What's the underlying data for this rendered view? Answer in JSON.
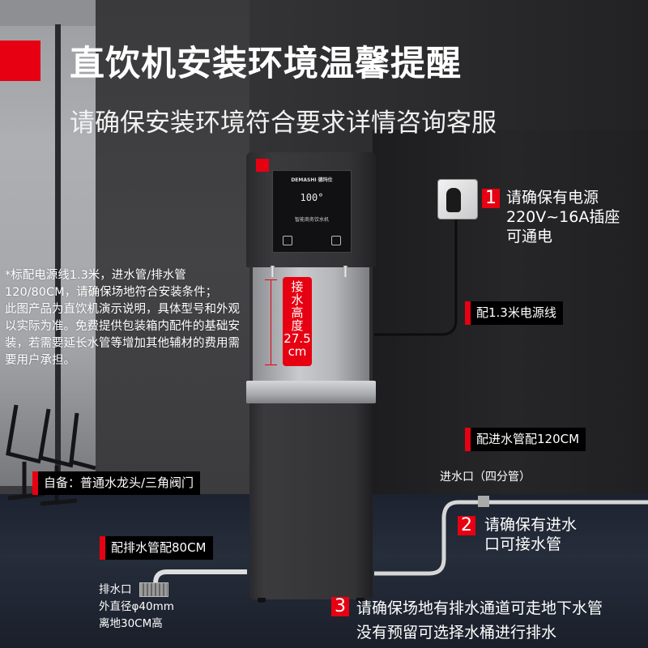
{
  "header": {
    "title": "直饮机安装环境温馨提醒",
    "subtitle": "请确保安装环境符合要求详情咨询客服"
  },
  "colors": {
    "accent": "#e60012",
    "text": "#ffffff",
    "tag_bg": "#000000"
  },
  "machine": {
    "brand": "DEMASHI 德玛仕",
    "display": "100°",
    "caption": "智能商务饮水机",
    "height_label": {
      "lines": [
        "接",
        "水",
        "高",
        "度",
        "27.5",
        "cm"
      ]
    }
  },
  "notes": {
    "lines": [
      "*标配电源线1.3米，进水管/排水管120/80CM，请确保场地符合安装条件；",
      "此图产品为直饮机演示说明，具体型号和外观以实际为准。免费提供包装箱内配件的基础安装，若需要延长水管等增加其他辅材的费用需要用户承担。"
    ]
  },
  "steps": [
    {
      "number": "1",
      "lines": [
        "请确保有电源",
        "220V~16A插座",
        "可通电"
      ]
    },
    {
      "number": "2",
      "lines": [
        "请确保有进水",
        "口可接水管"
      ]
    },
    {
      "number": "3",
      "lines": [
        "请确保场地有排水通道可走地下水管",
        "没有预留可选择水桶进行排水"
      ]
    }
  ],
  "tags": {
    "power_cord": "配1.3米电源线",
    "inlet_pipe": "配进水管配120CM",
    "self_prepare": "自备：普通水龙头/三角阀门",
    "drain_pipe": "配排水管配80CM"
  },
  "inlet": {
    "label": "进水口（四分管）"
  },
  "drain": {
    "lines": [
      "排水口",
      "外直径φ40mm",
      "离地30CM高"
    ]
  },
  "icons": {
    "socket": "power-socket-icon",
    "plug": "plug-icon",
    "drain": "floor-drain-icon"
  }
}
